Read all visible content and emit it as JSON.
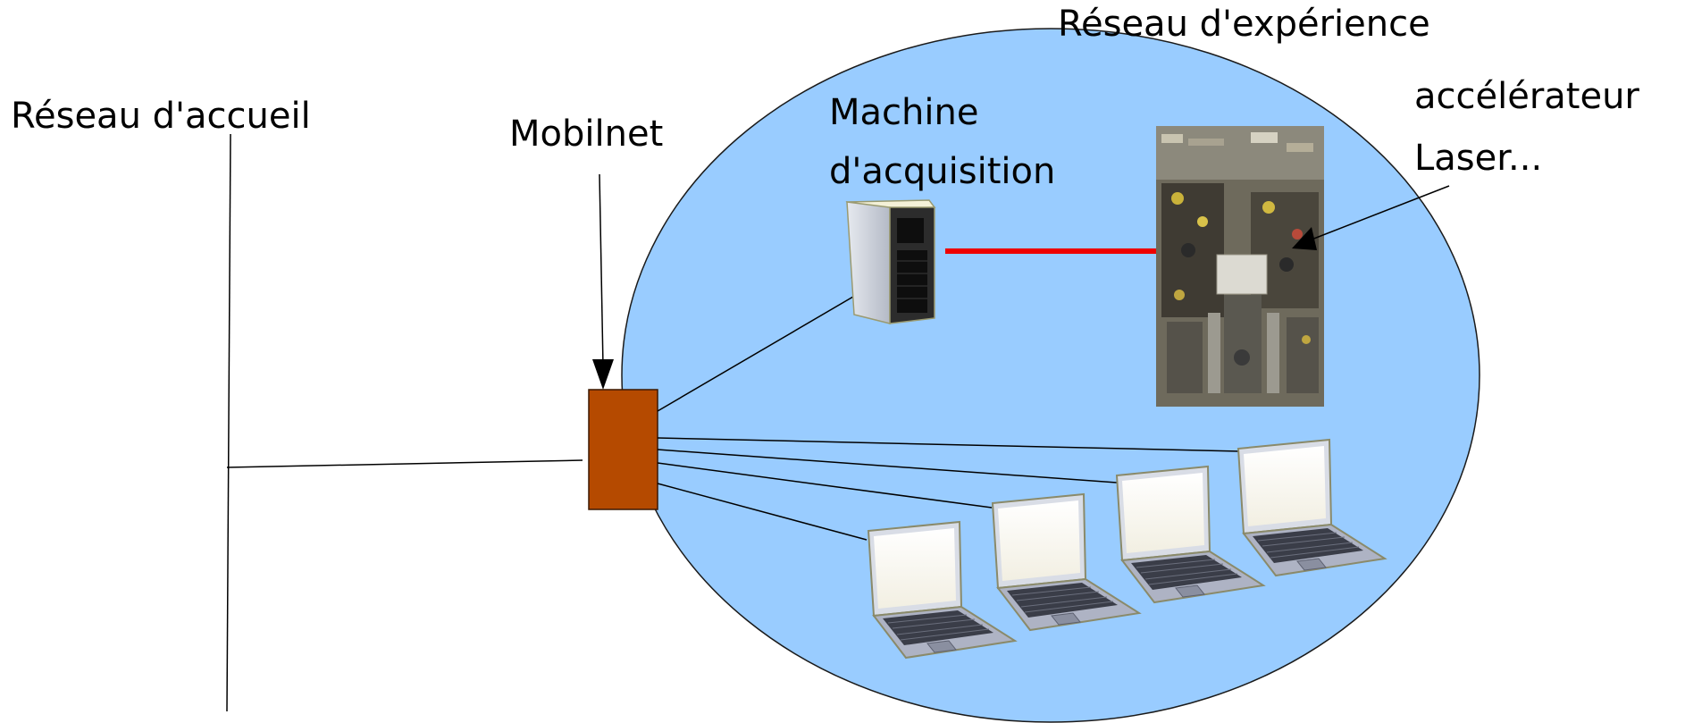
{
  "labels": {
    "home_network": "Réseau d'accueil",
    "mobilnet": "Mobilnet",
    "experiment_network": "Réseau d'expérience",
    "acquisition_line1": "Machine",
    "acquisition_line2": "d'acquisition",
    "accelerator_line1": "accélérateur",
    "accelerator_line2": "Laser..."
  },
  "colors": {
    "network_bubble": "#99ccff",
    "mobilnet_box": "#b54a00",
    "link_red": "#ee0000"
  },
  "icons": [
    "server-icon",
    "accelerator-photo",
    "laptop-icon"
  ]
}
